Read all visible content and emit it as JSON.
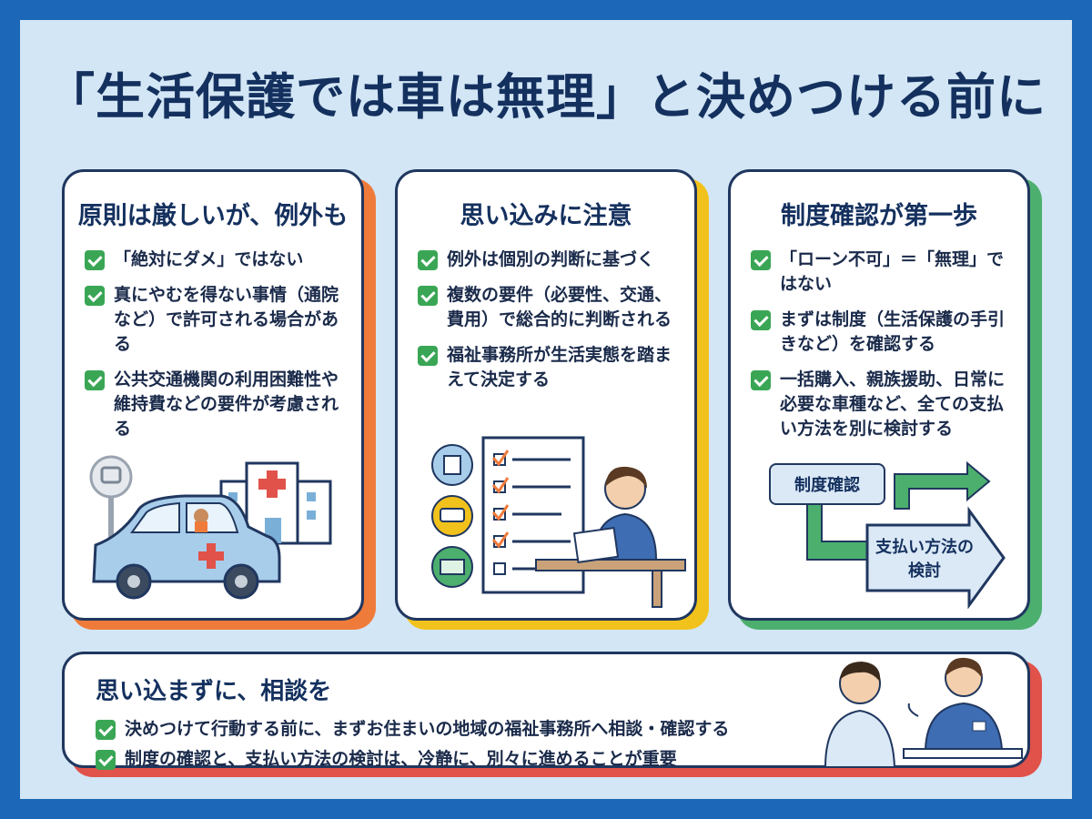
{
  "title": "「生活保護では車は無理」と決めつける前に",
  "cards": [
    {
      "heading": "原則は厳しいが、例外も",
      "items": [
        "「絶対にダメ」ではない",
        "真にやむを得ない事情（通院など）で許可される場合がある",
        "公共交通機関の利用困難性や維持費などの要件が考慮される"
      ],
      "accent": "#ef7b3b"
    },
    {
      "heading": "思い込みに注意",
      "items": [
        "例外は個別の判断に基づく",
        "複数の要件（必要性、交通、費用）で総合的に判断される",
        "福祉事務所が生活実態を踏まえて決定する"
      ],
      "accent": "#f2c21c"
    },
    {
      "heading": "制度確認が第一歩",
      "items": [
        "「ローン不可」＝「無理」ではない",
        "まずは制度（生活保護の手引きなど）を確認する",
        "一括購入、親族援助、日常に必要な車種など、全ての支払い方法を別に検討する"
      ],
      "accent": "#4caf6e"
    }
  ],
  "flow": {
    "box1": "制度確認",
    "box2": "支払い方法の検討"
  },
  "bottom": {
    "heading": "思い込まずに、相談を",
    "items": [
      "決めつけて行動する前に、まずお住まいの地域の福祉事務所へ相談・確認する",
      "制度の確認と、支払い方法の検討は、冷静に、別々に進めることが重要"
    ],
    "accent": "#e0524a"
  },
  "colors": {
    "frame": "#1d67b8",
    "background": "#d3e6f5",
    "navy": "#14305e",
    "check": "#3aa655"
  }
}
